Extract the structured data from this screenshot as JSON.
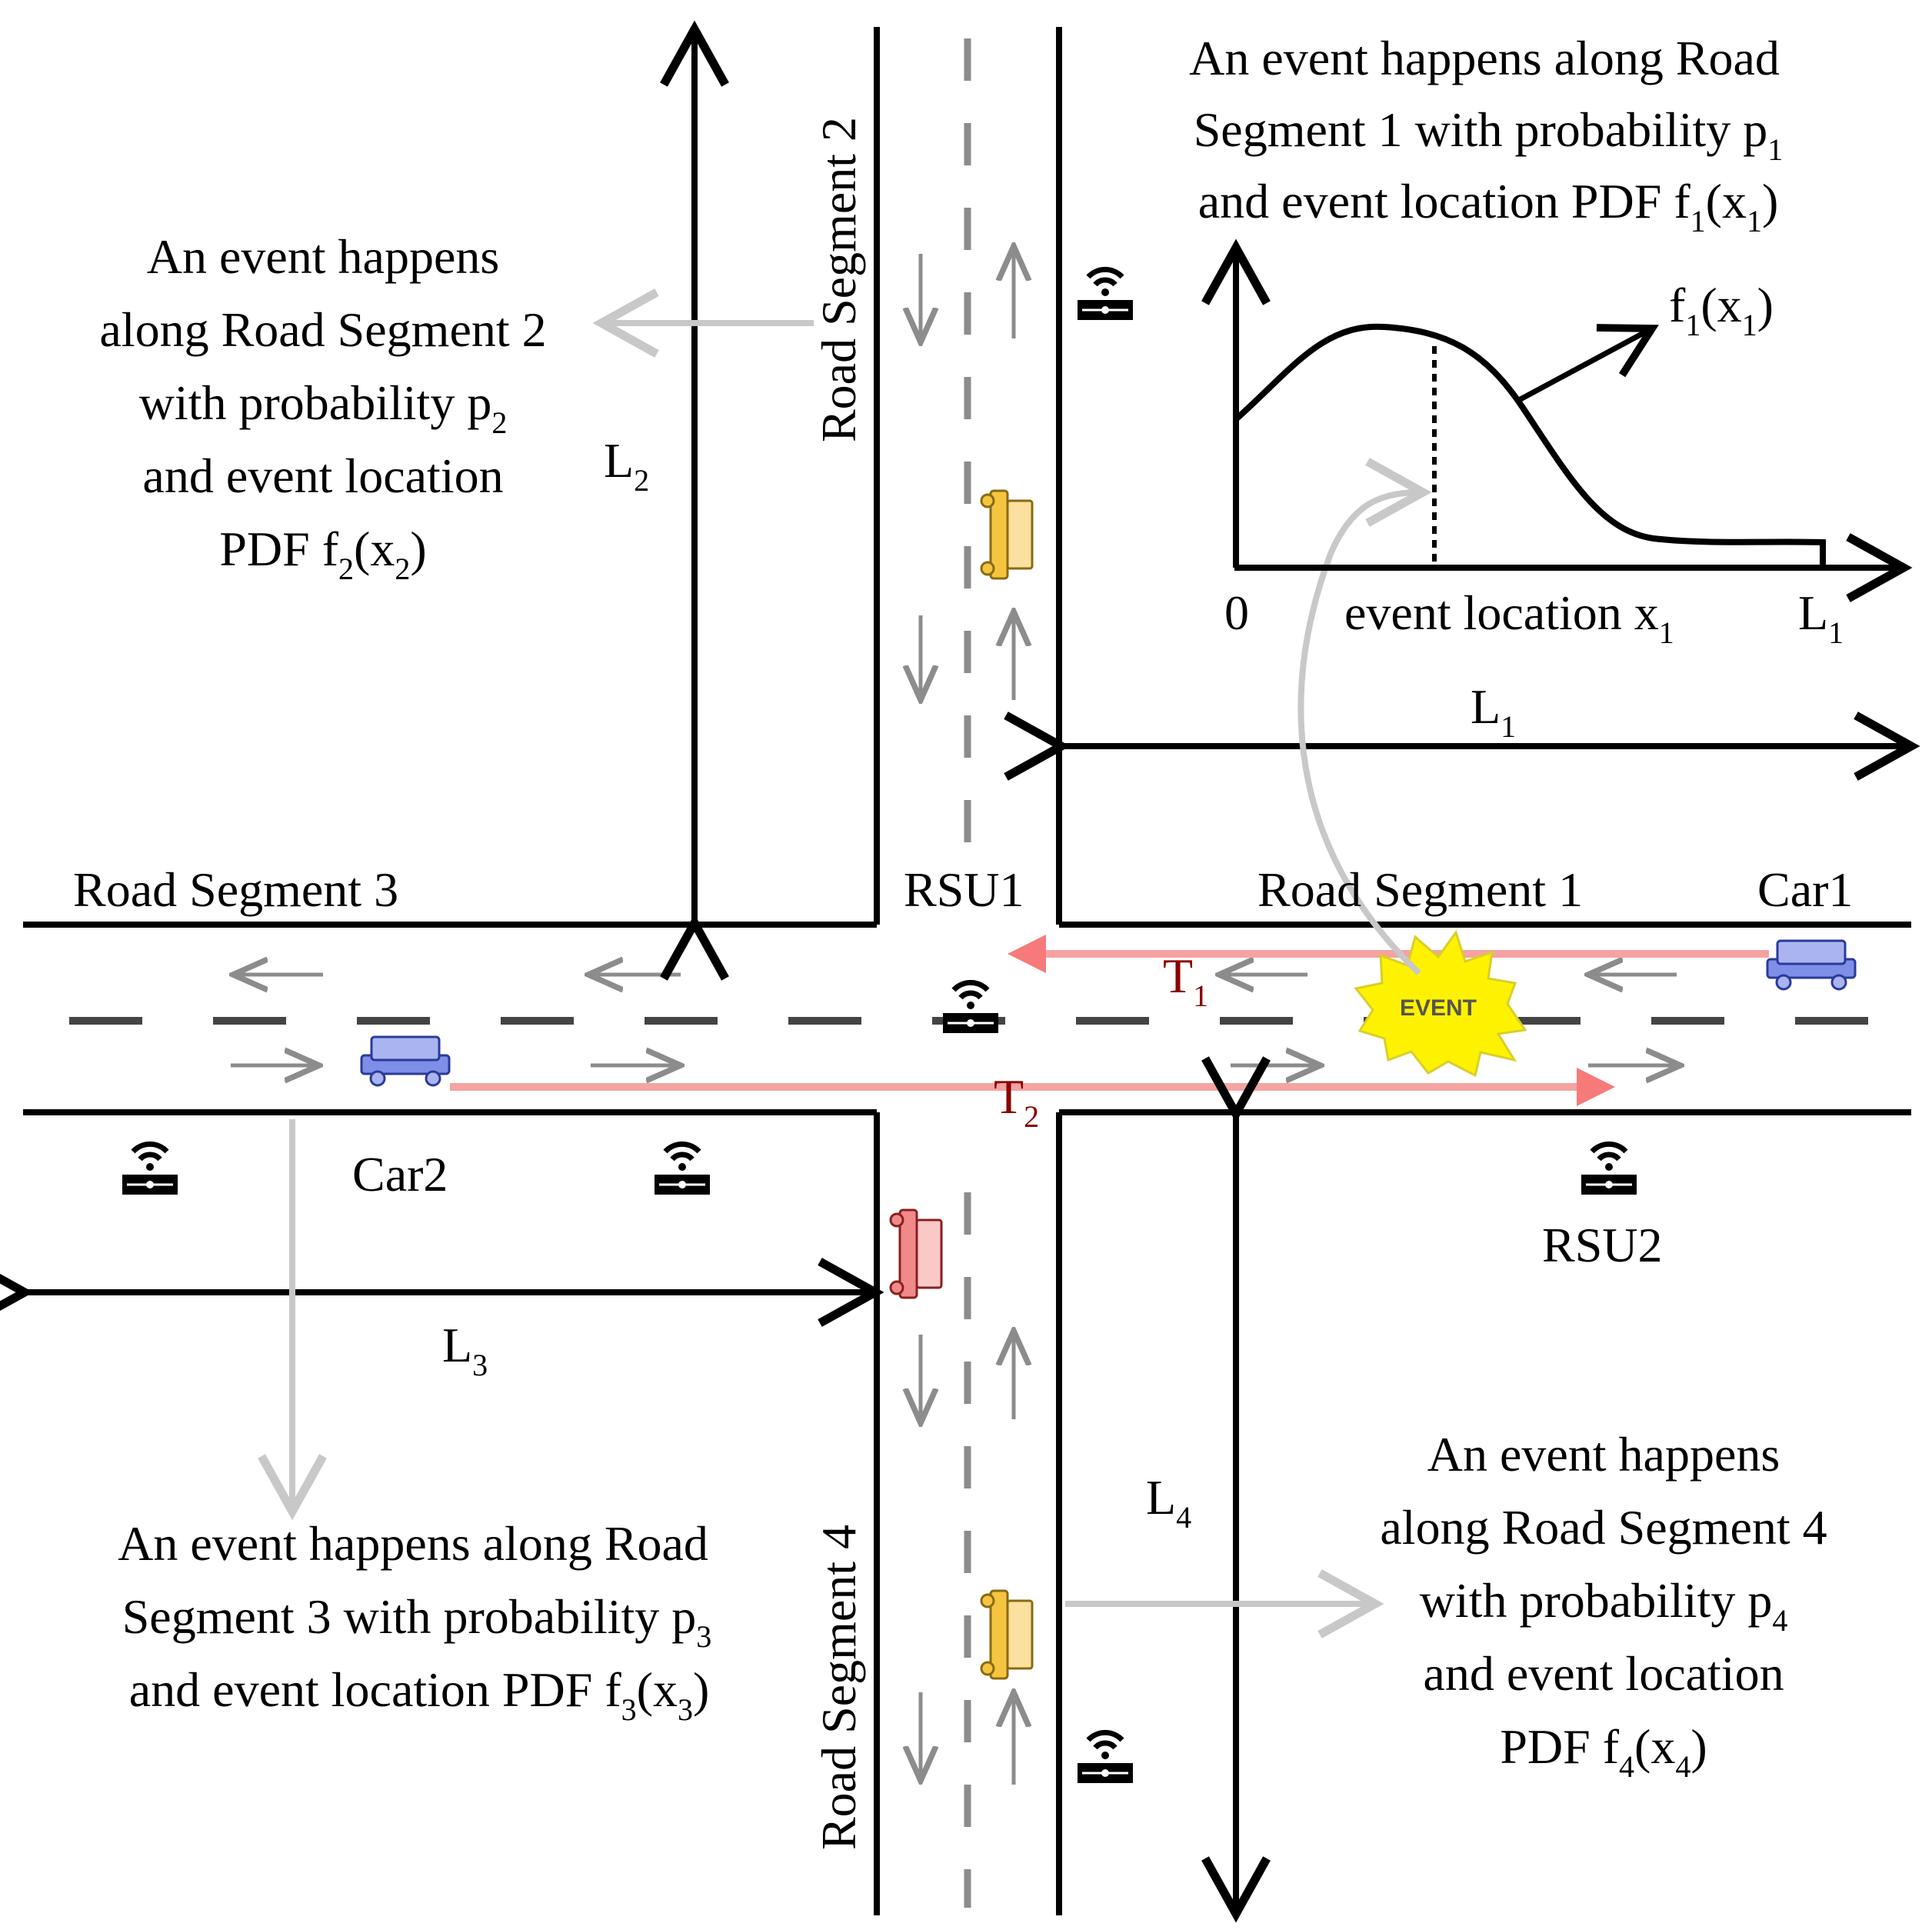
{
  "labels": {
    "road_segment_1": "Road Segment 1",
    "road_segment_2": "Road Segment 2",
    "road_segment_3": "Road Segment 3",
    "road_segment_4": "Road Segment 4",
    "rsu1": "RSU1",
    "rsu2": "RSU2",
    "car1": "Car1",
    "car2": "Car2",
    "event": "EVENT",
    "T1": {
      "main": "T",
      "sub": "1"
    },
    "T2": {
      "main": "T",
      "sub": "2"
    },
    "L1_top": {
      "main": "L",
      "sub": "1"
    },
    "L2": {
      "main": "L",
      "sub": "2"
    },
    "L3": {
      "main": "L",
      "sub": "3"
    },
    "L4": {
      "main": "L",
      "sub": "4"
    }
  },
  "inset_chart": {
    "origin_label": "0",
    "x_axis_label": {
      "main": "event location x",
      "sub": "1"
    },
    "x_max_label": {
      "main": "L",
      "sub": "1"
    },
    "curve_label": {
      "pre": "f",
      "sub1": "1",
      "mid": "(x",
      "sub2": "1",
      "post": ")"
    }
  },
  "annotations": {
    "seg1": {
      "line1": "An event happens along Road",
      "line2": {
        "main": "Segment 1 with probability p",
        "sub": "1"
      },
      "line3": {
        "pre": "and event location PDF f",
        "sub1": "1",
        "mid": "(x",
        "sub2": "1",
        "post": ")"
      }
    },
    "seg2": {
      "line1": "An event happens",
      "line2": "along Road Segment 2",
      "line3": {
        "main": "with probability p",
        "sub": "2"
      },
      "line4": "and event location",
      "line5": {
        "pre": "PDF f",
        "sub1": "2",
        "mid": "(x",
        "sub2": "2",
        "post": ")"
      }
    },
    "seg3": {
      "line1": "An event happens along Road",
      "line2": {
        "main": "Segment 3 with probability p",
        "sub": "3"
      },
      "line3": {
        "pre": "and event location PDF f",
        "sub1": "3",
        "mid": "(x",
        "sub2": "3",
        "post": ")"
      }
    },
    "seg4": {
      "line1": "An event happens",
      "line2": "along Road Segment 4",
      "line3": {
        "main": "with probability p",
        "sub": "4"
      },
      "line4": "and event location",
      "line5": {
        "pre": "PDF f",
        "sub1": "4",
        "mid": "(x",
        "sub2": "4",
        "post": ")"
      }
    }
  },
  "colors": {
    "road": "#000000",
    "lane_marking": "#444444",
    "lane_marking_vertical": "#8c8c8c",
    "traffic_arrow": "#8c8c8c",
    "callout_arrow": "#c8c8c8",
    "transmission": "#f5a3a3",
    "transmission_head": "#f77a7a",
    "transmission_label": "#8b0000",
    "car_blue": "#aab4f0",
    "car_yellow": "#f5c542",
    "car_red": "#f08a8a",
    "event_fill": "#fff200"
  }
}
